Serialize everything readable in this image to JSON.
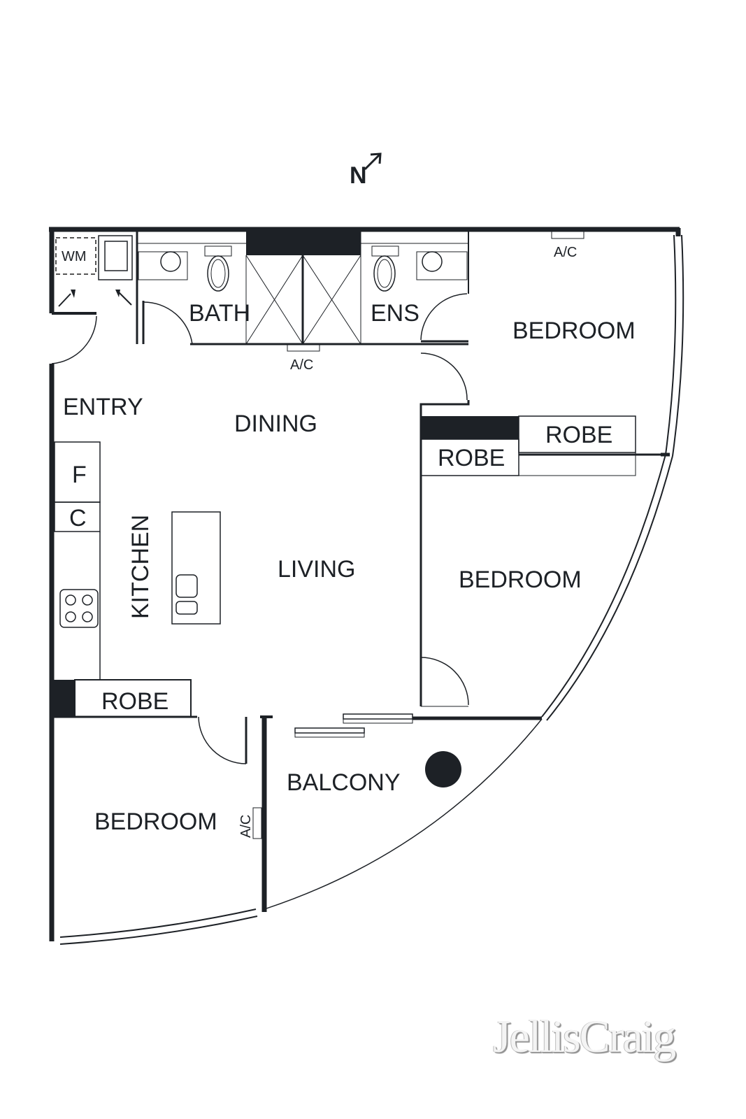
{
  "compass": {
    "label": "N"
  },
  "rooms": {
    "wm": "WM",
    "bath": "BATH",
    "ens": "ENS",
    "ac_top": "A/C",
    "ac_hall": "A/C",
    "ac_bed3": "A/C",
    "bedroom_1": "BEDROOM",
    "entry": "ENTRY",
    "dining": "DINING",
    "robe_1a": "ROBE",
    "robe_1b": "ROBE",
    "fridge": "F",
    "cupboard": "C",
    "kitchen": "KITCHEN",
    "living": "LIVING",
    "bedroom_2": "BEDROOM",
    "robe_3": "ROBE",
    "balcony": "BALCONY",
    "bedroom_3": "BEDROOM"
  },
  "brand": {
    "logo": "JellisCraig"
  },
  "colors": {
    "ink": "#1d2126",
    "logo": "#bdbdbd"
  }
}
